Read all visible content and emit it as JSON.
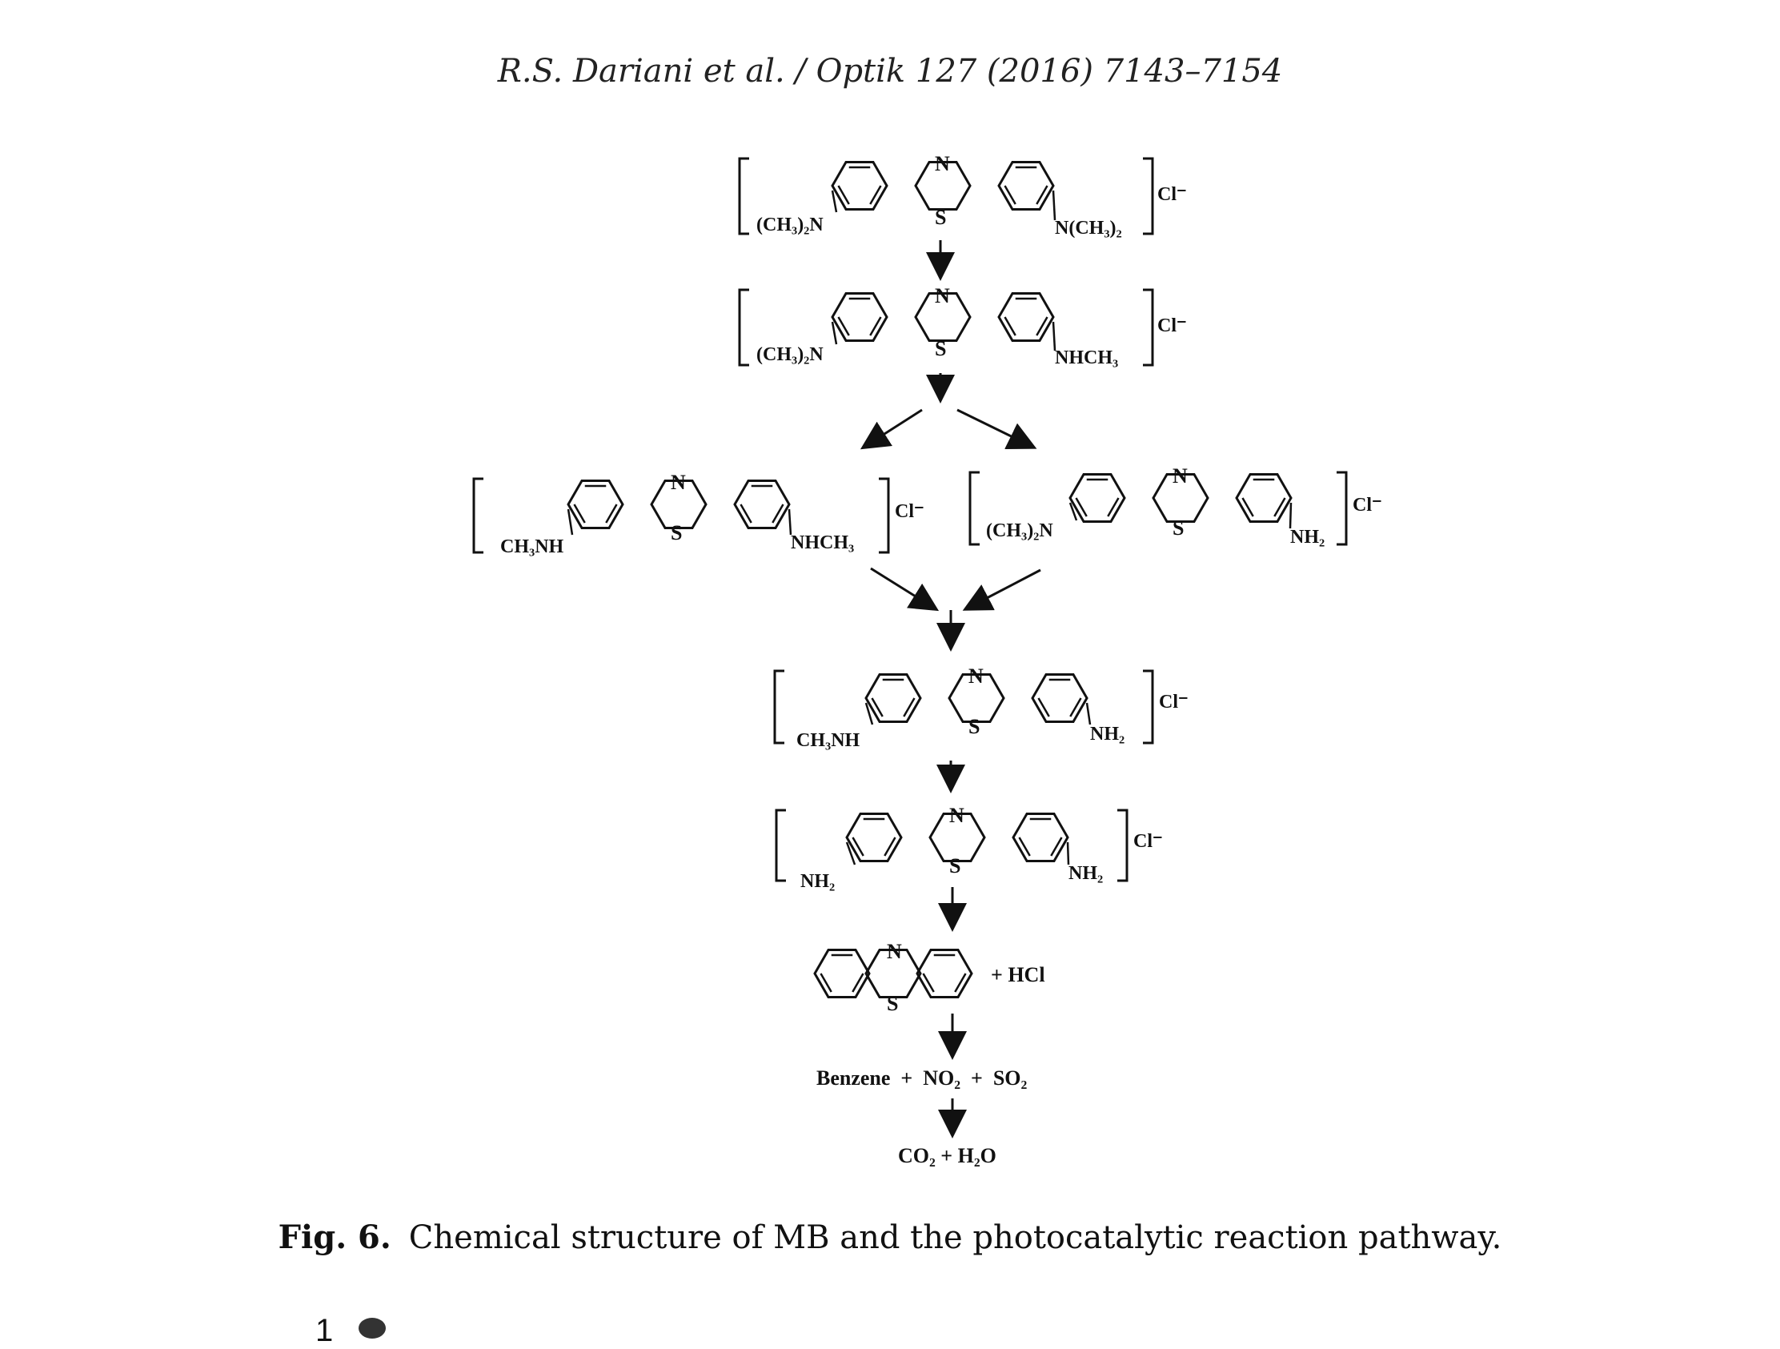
{
  "running_header": "R.S. Dariani et al. / Optik 127 (2016) 7143–7154",
  "figure": {
    "cl_label": "Cl⁻",
    "structures": {
      "s1": {
        "left": "(CH₃)₂N",
        "right": "N(CH₃)₂"
      },
      "s2": {
        "left": "(CH₃)₂N",
        "right": "NHCH₃"
      },
      "s3a": {
        "left": "CH₃NH",
        "right": "NHCH₃"
      },
      "s3b": {
        "left": "(CH₃)₂N",
        "right": "NH₂"
      },
      "s4": {
        "left": "CH₃NH",
        "right": "NH₂"
      },
      "s5": {
        "left": "NH₂",
        "right": "NH₂"
      }
    },
    "ring_n": "N",
    "ring_s": "S",
    "phenothiazine_plus": "+ HCl",
    "degradation": "Benzene  +  NO₂  +  SO₂",
    "final_products": "CO₂ + H₂O"
  },
  "caption": {
    "label": "Fig. 6.",
    "text": "Chemical structure of MB and the photocatalytic reaction pathway."
  },
  "footer_fragment": "1"
}
